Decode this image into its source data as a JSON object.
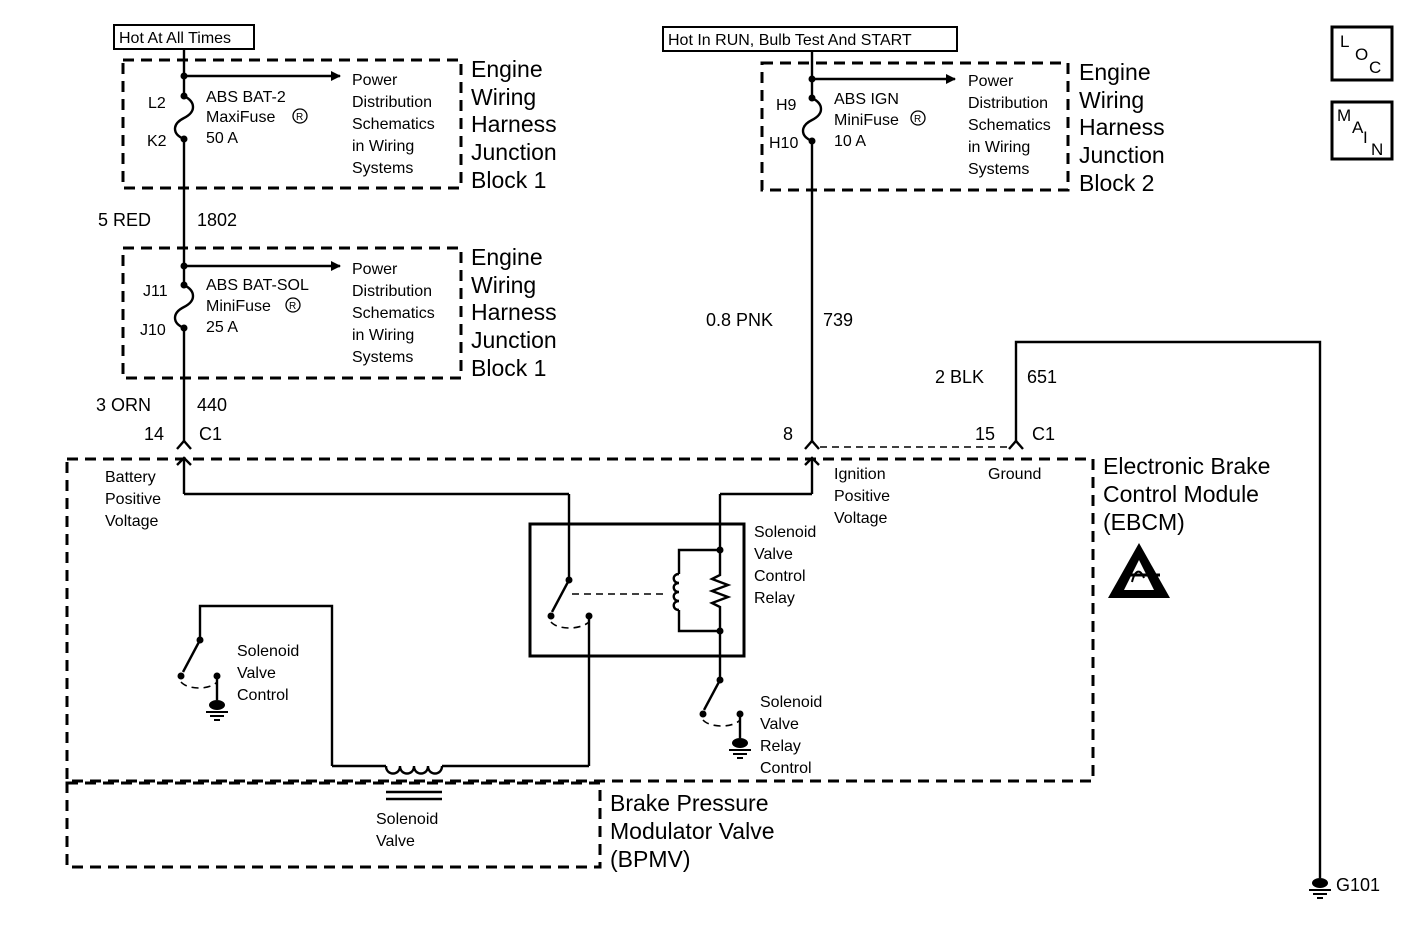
{
  "supply": {
    "hot_all_times": "Hot At All Times",
    "hot_run": "Hot In RUN, Bulb Test And START"
  },
  "nav": {
    "loc": [
      "L",
      "O",
      "C"
    ],
    "main": [
      "M",
      "A",
      "I",
      "N"
    ]
  },
  "jb1_top": {
    "pin_top": "L2",
    "pin_bottom": "K2",
    "fuse_name": "ABS BAT-2",
    "fuse_type": "MaxiFuse",
    "fuse_rating": "50 A",
    "reg_mark": "R",
    "ref": [
      "Power",
      "Distribution",
      "Schematics",
      "in Wiring",
      "Systems"
    ],
    "title": [
      "Engine",
      "Wiring",
      "Harness",
      "Junction",
      "Block 1"
    ]
  },
  "wire_red": {
    "gauge": "5 RED",
    "circuit": "1802"
  },
  "jb1_bottom": {
    "pin_top": "J11",
    "pin_bottom": "J10",
    "fuse_name": "ABS BAT-SOL",
    "fuse_type": "MiniFuse",
    "fuse_rating": "25 A",
    "reg_mark": "R",
    "ref": [
      "Power",
      "Distribution",
      "Schematics",
      "in Wiring",
      "Systems"
    ],
    "title": [
      "Engine",
      "Wiring",
      "Harness",
      "Junction",
      "Block 1"
    ]
  },
  "wire_orn": {
    "gauge": "3 ORN",
    "circuit": "440",
    "pin": "14",
    "connector": "C1"
  },
  "jb2": {
    "pin_top": "H9",
    "pin_bottom": "H10",
    "fuse_name": "ABS IGN",
    "fuse_type": "MiniFuse",
    "fuse_rating": "10 A",
    "reg_mark": "R",
    "ref": [
      "Power",
      "Distribution",
      "Schematics",
      "in Wiring",
      "Systems"
    ],
    "title": [
      "Engine",
      "Wiring",
      "Harness",
      "Junction",
      "Block 2"
    ]
  },
  "wire_pnk": {
    "gauge": "0.8 PNK",
    "circuit": "739",
    "pin": "8"
  },
  "wire_blk": {
    "gauge": "2 BLK",
    "circuit": "651",
    "pin": "15",
    "connector": "C1"
  },
  "ebcm": {
    "title": [
      "Electronic Brake",
      "Control Module",
      "(EBCM)"
    ],
    "battery_label": [
      "Battery",
      "Positive",
      "Voltage"
    ],
    "ignition_label": [
      "Ignition",
      "Positive",
      "Voltage"
    ],
    "ground_label": "Ground",
    "relay_label": [
      "Solenoid",
      "Valve",
      "Control",
      "Relay"
    ],
    "svc_label": [
      "Solenoid",
      "Valve",
      "Control"
    ],
    "svrc_label": [
      "Solenoid",
      "Valve",
      "Relay",
      "Control"
    ]
  },
  "bpmv": {
    "title": [
      "Brake Pressure",
      "Modulator Valve",
      "(BPMV)"
    ],
    "solenoid_label": [
      "Solenoid",
      "Valve"
    ]
  },
  "ground": {
    "name": "G101"
  }
}
